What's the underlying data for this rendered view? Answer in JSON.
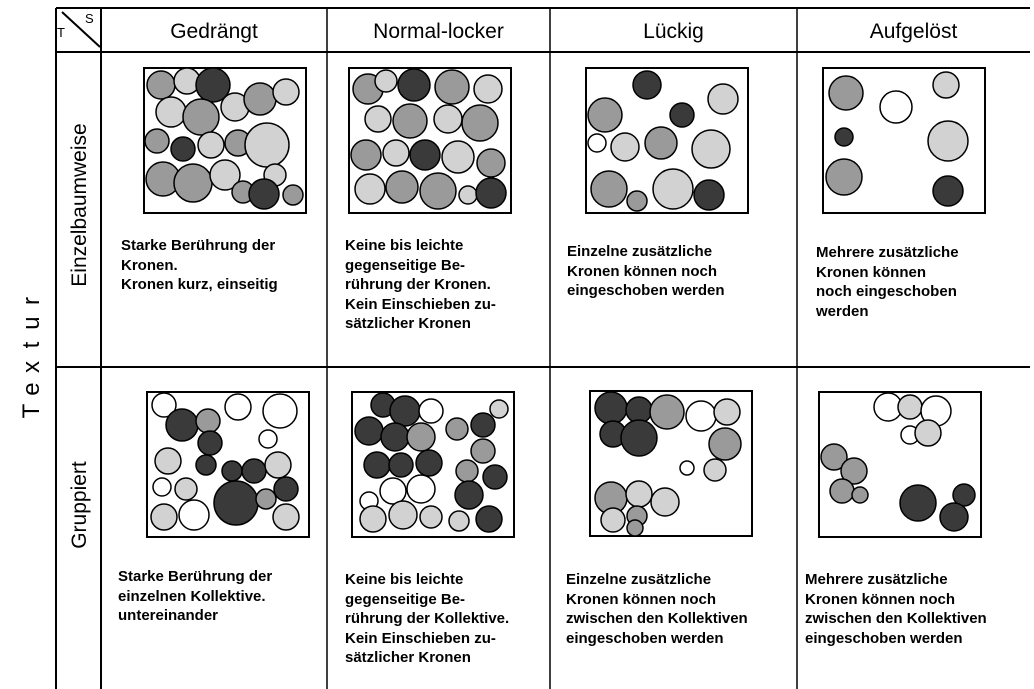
{
  "axis": {
    "texture_label": "Textur"
  },
  "corner": {
    "s": "S",
    "t": "T"
  },
  "columns": [
    {
      "label": "Gedrängt"
    },
    {
      "label": "Normal-locker"
    },
    {
      "label": "Lückig"
    },
    {
      "label": "Aufgelöst"
    }
  ],
  "rows": [
    {
      "label": "Einzelbaumweise",
      "descriptions": [
        "Starke Berührung der\nKronen.\nKronen kurz, einseitig",
        "Keine bis leichte\ngegenseitige Be-\nrührung der Kronen.\nKein Einschieben zu-\nsätzlicher Kronen",
        "Einzelne zusätzliche\nKronen können noch\neingeschoben werden",
        "Mehrere zusätzliche\nKronen können\nnoch  eingeschoben\n werden"
      ]
    },
    {
      "label": "Gruppiert",
      "descriptions": [
        "Starke Berührung der\neinzelnen Kollektive.\nuntereinander",
        "Keine bis leichte\ngegenseitige Be-\nrührung der Kollektive.\nKein Einschieben zu-\nsätzlicher Kronen",
        "Einzelne zusätzliche\nKronen können noch\nzwischen den Kollektiven\neingeschoben werden",
        "Mehrere zusätzliche\nKronen können  noch\nzwischen  den Kollektiven\neingeschoben werden"
      ]
    }
  ],
  "colors": {
    "dark": "#3a3a3a",
    "medium": "#9a9a9a",
    "light": "#d2d2d2",
    "white": "#ffffff",
    "line": "#000000"
  }
}
